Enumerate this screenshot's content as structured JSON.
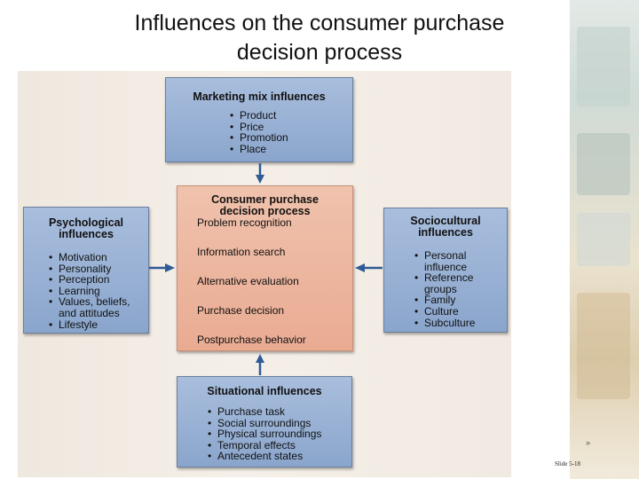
{
  "title": {
    "line1": "Influences on the consumer purchase",
    "line2": "decision process"
  },
  "marketing": {
    "heading": "Marketing mix influences",
    "items": [
      "Product",
      "Price",
      "Promotion",
      "Place"
    ]
  },
  "psychological": {
    "heading_line1": "Psychological",
    "heading_line2": "influences",
    "items": [
      "Motivation",
      "Personality",
      "Perception",
      "Learning",
      "Values, beliefs,",
      "and attitudes",
      "Lifestyle"
    ]
  },
  "sociocultural": {
    "heading_line1": "Sociocultural",
    "heading_line2": "influences",
    "items": [
      "Personal",
      "influence",
      "Reference",
      "groups",
      "Family",
      "Culture",
      "Subculture"
    ]
  },
  "situational": {
    "heading": "Situational influences",
    "items": [
      "Purchase task",
      "Social surroundings",
      "Physical surroundings",
      "Temporal effects",
      "Antecedent states"
    ]
  },
  "consumer": {
    "heading_line1": "Consumer purchase",
    "heading_line2": "decision process",
    "steps": [
      "Problem recognition",
      "Information search",
      "Alternative evaluation",
      "Purchase decision",
      "Postpurchase behavior"
    ]
  },
  "colors": {
    "influence_box": "#95aed3",
    "process_box": "#ebb39c",
    "arrow": "#2f5a96"
  },
  "footer": {
    "slide_label": "Slide 5-18",
    "mark": "»"
  }
}
